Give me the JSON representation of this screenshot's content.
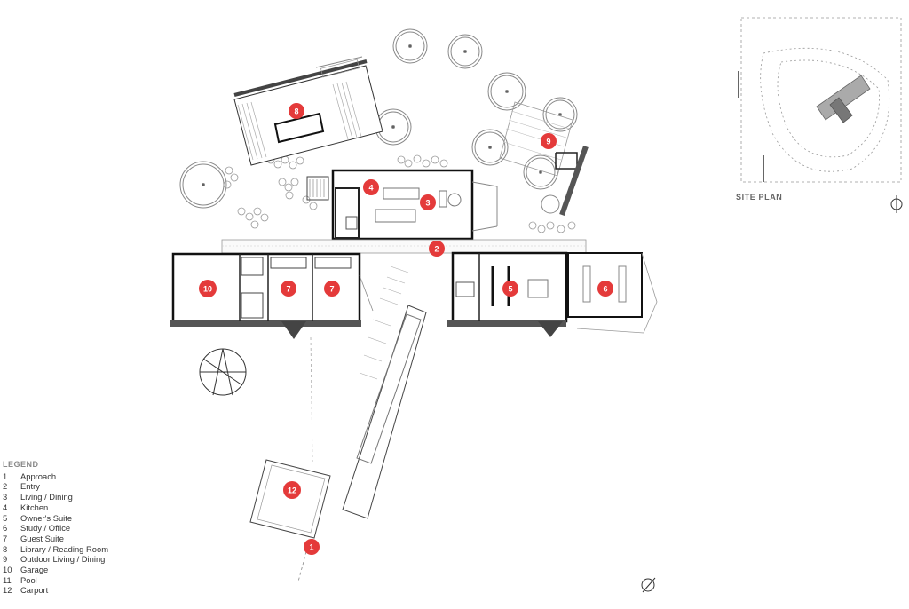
{
  "legend": {
    "title": "LEGEND",
    "items": [
      {
        "num": "1",
        "label": "Approach"
      },
      {
        "num": "2",
        "label": "Entry"
      },
      {
        "num": "3",
        "label": "Living / Dining"
      },
      {
        "num": "4",
        "label": "Kitchen"
      },
      {
        "num": "5",
        "label": "Owner's Suite"
      },
      {
        "num": "6",
        "label": "Study / Office"
      },
      {
        "num": "7",
        "label": "Guest Suite"
      },
      {
        "num": "8",
        "label": "Library / Reading Room"
      },
      {
        "num": "9",
        "label": "Outdoor Living / Dining"
      },
      {
        "num": "10",
        "label": "Garage"
      },
      {
        "num": "11",
        "label": "Pool"
      },
      {
        "num": "12",
        "label": "Carport"
      }
    ]
  },
  "site_plan": {
    "label": "SITE PLAN"
  },
  "markers": [
    "1",
    "2",
    "3",
    "4",
    "5",
    "6",
    "7",
    "7",
    "8",
    "9",
    "10",
    "12"
  ],
  "colors": {
    "marker": "#e43a3a",
    "wall": "#222222",
    "line": "#9a9a9a",
    "roof": "#555555"
  }
}
